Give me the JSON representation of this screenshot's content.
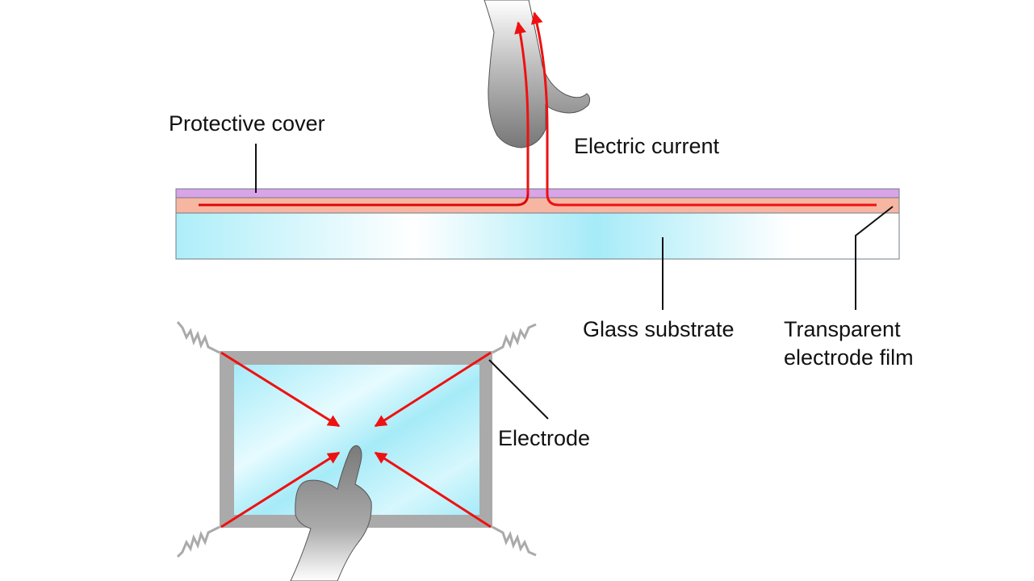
{
  "labels": {
    "protective_cover": "Protective cover",
    "electric_current": "Electric current",
    "glass_substrate": "Glass substrate",
    "transparent_film_line1": "Transparent",
    "transparent_film_line2": "electrode film",
    "electrode": "Electrode"
  },
  "colors": {
    "protective_cover": "#d9a4e8",
    "electrode_film": "#f6b6a2",
    "glass": "#aeeef9",
    "current": "#ee1111",
    "frame": "#aaaaaa",
    "hand": "#8a8a8a"
  },
  "icons": {
    "top_hand": "pointing-hand-icon",
    "bottom_hand": "pointing-hand-icon",
    "resistors": "zigzag-resistor-icon"
  }
}
